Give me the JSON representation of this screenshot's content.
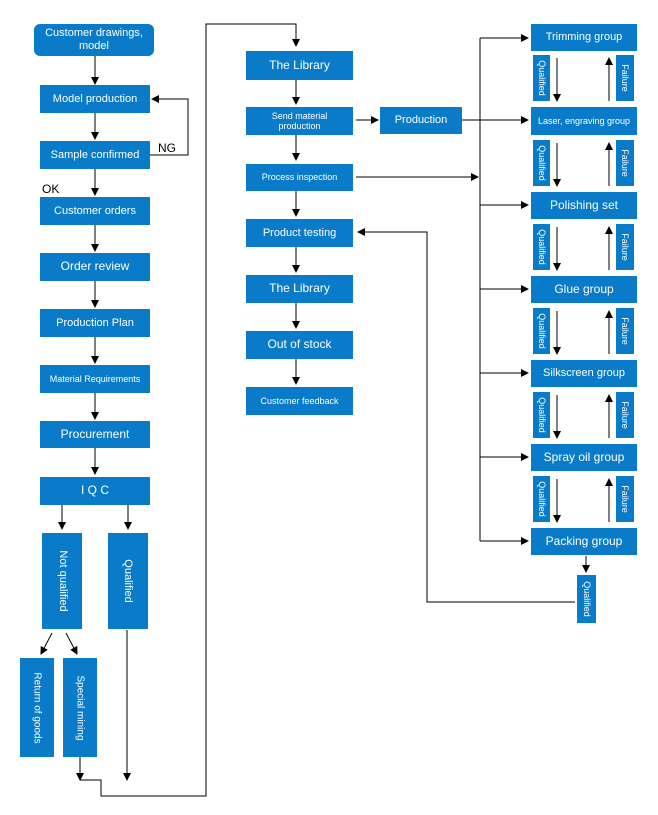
{
  "col1": {
    "customer_drawings": "Customer drawings, model",
    "model_production": "Model production",
    "sample_confirmed": "Sample confirmed",
    "ng": "NG",
    "ok": "OK",
    "customer_orders": "Customer orders",
    "order_review": "Order review",
    "production_plan": "Production Plan",
    "material_requirements": "Material Requirements",
    "procurement": "Procurement",
    "iqc": "I Q C",
    "not_qualified": "Not qualified",
    "qualified": "Qualified",
    "return_of_goods": "Return of goods",
    "special_mining": "Special mining"
  },
  "col2": {
    "library1": "The Library",
    "send_material": "Send material production",
    "production": "Production",
    "process_inspection": "Process inspection",
    "product_testing": "Product testing",
    "library2": "The Library",
    "out_of_stock": "Out of stock",
    "customer_feedback": "Customer feedback"
  },
  "col3": {
    "groups": [
      "Trimming group",
      "Laser, engraving group",
      "Polishing set",
      "Glue group",
      "Silkscreen group",
      "Spray oil group",
      "Packing group"
    ],
    "qualified": "Qualified",
    "failure": "Failure",
    "final_qualified": "Qualified"
  },
  "colors": {
    "box": "#0a7bc8",
    "line": "#000000"
  }
}
